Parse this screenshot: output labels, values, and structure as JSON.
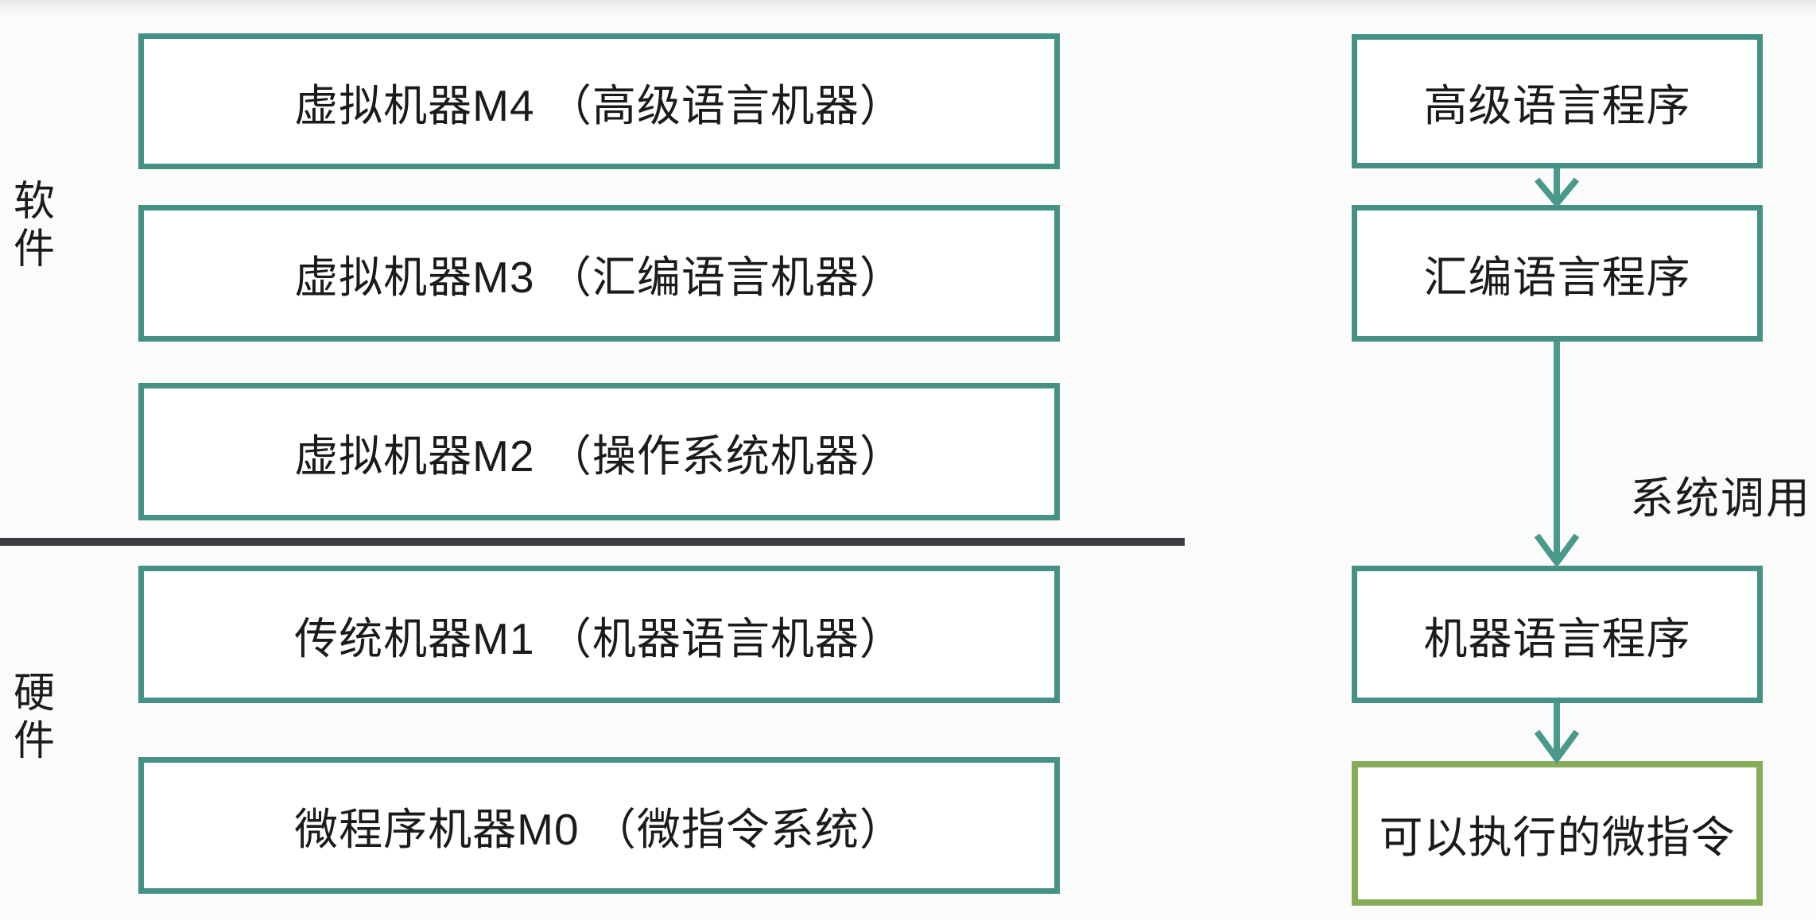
{
  "colors": {
    "teal_border": "#459183",
    "arrow": "#4A9A8B",
    "green_border": "#85AC58",
    "divider": "#3B3C44",
    "text": "#1B1B1B",
    "background": "#FBFBFB",
    "box_background": "#FFFFFF"
  },
  "side_labels": {
    "software": "软件",
    "hardware": "硬件"
  },
  "machine_layers": [
    {
      "label": "虚拟机器M4 （高级语言机器）"
    },
    {
      "label": "虚拟机器M3 （汇编语言机器）"
    },
    {
      "label": "虚拟机器M2 （操作系统机器）"
    },
    {
      "label": "传统机器M1 （机器语言机器）"
    },
    {
      "label": "微程序机器M0 （微指令系统）"
    }
  ],
  "program_flow": {
    "nodes": [
      {
        "label": "高级语言程序"
      },
      {
        "label": "汇编语言程序"
      },
      {
        "label": "机器语言程序"
      },
      {
        "label": "可以执行的微指令"
      }
    ],
    "edge_label": "系统调用"
  }
}
